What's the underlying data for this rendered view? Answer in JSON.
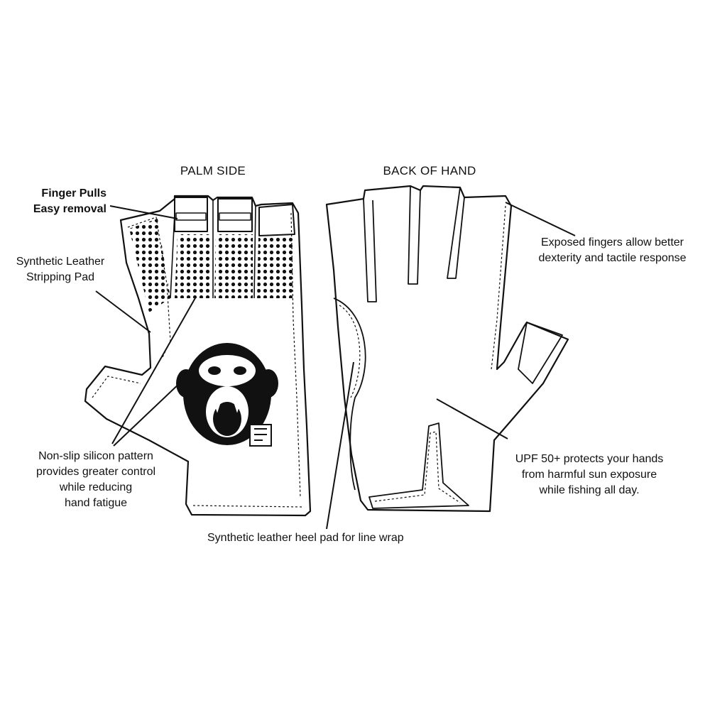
{
  "headings": {
    "palm_side": "PALM SIDE",
    "back_of_hand": "BACK OF HAND"
  },
  "callouts": {
    "finger_pulls": [
      "Finger Pulls",
      "Easy removal"
    ],
    "stripping_pad": [
      "Synthetic Leather",
      "Stripping Pad"
    ],
    "non_slip": [
      "Non-slip silicon pattern",
      "provides greater control",
      "while reducing",
      "hand fatigue"
    ],
    "heel_pad": "Synthetic leather heel pad for line wrap",
    "exposed_fingers": [
      "Exposed fingers allow better",
      "dexterity and tactile response"
    ],
    "upf": [
      "UPF 50+ protects your hands",
      "from harmful sun exposure",
      "while fishing all day."
    ]
  },
  "logo": {
    "description_icon": "chimp-logo-icon"
  },
  "colors": {
    "ink": "#111111",
    "background": "#ffffff"
  }
}
